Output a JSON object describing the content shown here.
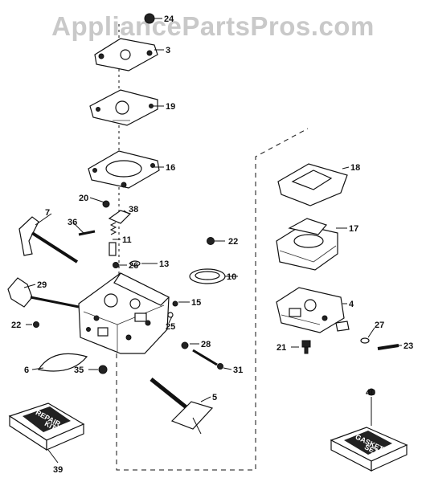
{
  "watermark": "AppliancePartsPros.com",
  "callouts": {
    "c24": "24",
    "c3": "3",
    "c19": "19",
    "c16": "16",
    "c20": "20",
    "c38": "38",
    "c7": "7",
    "c36": "36",
    "c11": "11",
    "c22a": "22",
    "c26": "26",
    "c13": "13",
    "c10": "10",
    "c29": "29",
    "c15": "15",
    "c25": "25",
    "c22b": "22",
    "c28": "28",
    "c6": "6",
    "c35": "35",
    "c31": "31",
    "c5": "5",
    "c18": "18",
    "c17": "17",
    "c4": "4",
    "c27": "27",
    "c21": "21",
    "c23": "23",
    "c39": "39",
    "c40": "40"
  },
  "kits": {
    "repair_kit_line1": "REPAIR",
    "repair_kit_line2": "KIT",
    "gasket_kit_line1": "GASKET",
    "gasket_kit_line2": "SET"
  }
}
